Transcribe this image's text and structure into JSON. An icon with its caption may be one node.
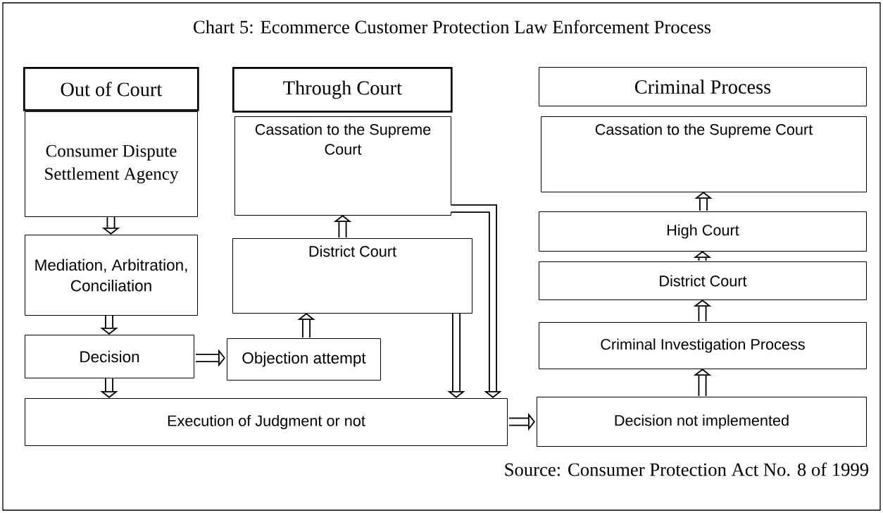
{
  "diagram": {
    "title": "Chart 5: Ecommerce Customer Protection Law Enforcement Process",
    "nodes": [
      {
        "text": [
          "Out of Court"
        ]
      },
      {
        "text": [
          "Through Court"
        ]
      },
      {
        "text": [
          "Criminal Process"
        ]
      },
      {
        "text": [
          "Consumer Dispute Settlement Agency"
        ]
      },
      {
        "text": [
          "Cassation to the Supreme Court"
        ]
      },
      {
        "text": [
          "Cassation to the Supreme Court"
        ]
      },
      {
        "text": [
          "Mediation, Arbitration, Conciliation"
        ]
      },
      {
        "text": [
          "District Court"
        ]
      },
      {
        "text": [
          "High Court"
        ]
      },
      {
        "text": [
          "Decision"
        ]
      },
      {
        "text": [
          "Objection attempt"
        ]
      },
      {
        "text": [
          "District Court"
        ]
      },
      {
        "text": [
          "Criminal Investigation Process"
        ]
      },
      {
        "text": [
          "Execution of Judgment or not"
        ]
      },
      {
        "text": [
          "Decision not implemented"
        ]
      }
    ],
    "edges": [
      {
        "from": 3,
        "to": 6,
        "arrow": "to"
      },
      {
        "from": 6,
        "to": 9,
        "arrow": "to"
      },
      {
        "from": 9,
        "to": 13,
        "arrow": "to"
      },
      {
        "from": 9,
        "to": 10,
        "arrow": "to"
      },
      {
        "from": 10,
        "to": 7,
        "arrow": "to"
      },
      {
        "from": 7,
        "to": 4,
        "arrow": "to"
      },
      {
        "from": 7,
        "to": 13,
        "arrow": "to"
      },
      {
        "from": 4,
        "to": 13,
        "arrow": "to"
      },
      {
        "from": 13,
        "to": 14,
        "arrow": "to"
      },
      {
        "from": 14,
        "to": 12,
        "arrow": "to"
      },
      {
        "from": 12,
        "to": 11,
        "arrow": "to"
      },
      {
        "from": 11,
        "to": 8,
        "arrow": "to"
      },
      {
        "from": 8,
        "to": 5,
        "arrow": "to"
      }
    ],
    "labels": [
      "Source: Consumer Protection Act No. 8 of 1999"
    ]
  }
}
